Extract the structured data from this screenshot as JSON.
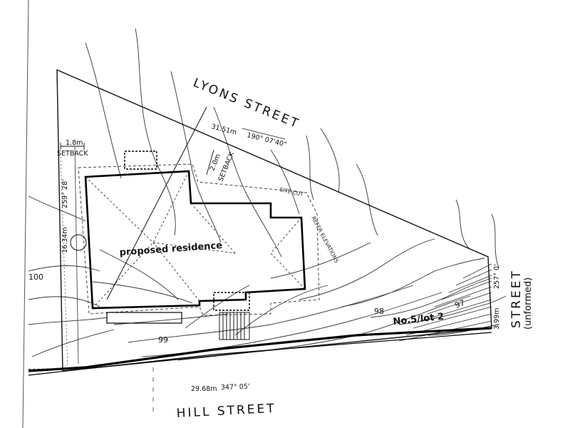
{
  "streets": {
    "lyons": "LYONS STREET",
    "hill": "HILL STREET",
    "right_word": "STREET",
    "right_sub": "(unformed)"
  },
  "building": {
    "label": "proposed residence"
  },
  "setbacks": {
    "left": {
      "dist": "1.8m",
      "word": "SETBACK"
    },
    "top": {
      "dist": "2.0m",
      "word": "SETBACK"
    }
  },
  "bearings": {
    "top": {
      "len": "31.51m",
      "angle": "190° 07'40\""
    },
    "left": {
      "len": "16.34m",
      "angle": "259° 28'"
    },
    "bottom": {
      "len": "29.68m",
      "angle": "347° 05'"
    },
    "right": {
      "len": "3.99m",
      "angle": "257° 0'"
    }
  },
  "annotations": {
    "site_cut": "SITE CUT",
    "refer": "REFER ELEVATIONS"
  },
  "lot": {
    "label": "No.5/lot 2"
  },
  "contours": {
    "c100": "100",
    "c99": "99",
    "c98": "98",
    "c97": "97"
  }
}
